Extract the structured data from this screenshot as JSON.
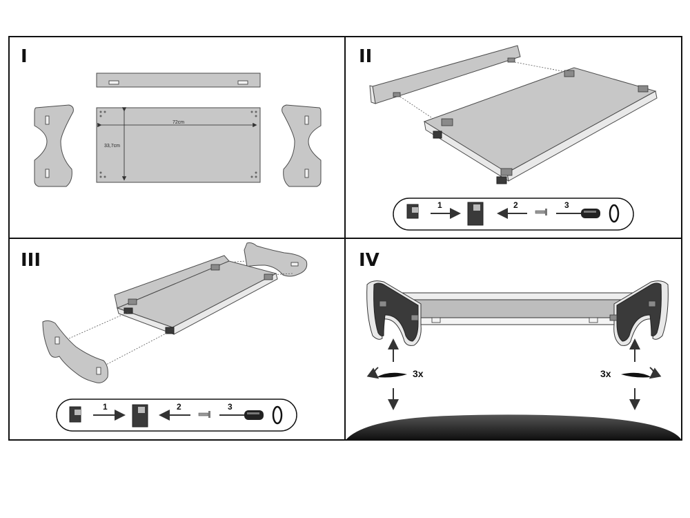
{
  "panels": [
    {
      "numeral": "I"
    },
    {
      "numeral": "II"
    },
    {
      "numeral": "III"
    },
    {
      "numeral": "IV"
    }
  ],
  "dimensions": {
    "width": "72cm",
    "depth": "33,7cm"
  },
  "assembly_steps": {
    "step1": "1",
    "step2": "2",
    "step3": "3"
  },
  "mount": {
    "left_repeat": "3x",
    "right_repeat": "3x"
  },
  "colors": {
    "board": "#c7c7c7",
    "side_dark": "#3a3a3a",
    "base_dark": "#2b2b2b",
    "line": "#111111"
  },
  "icons": [
    "bracket-icon",
    "arrow-right-icon",
    "arrow-left-icon",
    "screw-icon",
    "screwdriver-icon",
    "rotate-icon",
    "arrow-up-icon",
    "arrow-down-icon",
    "twist-icon"
  ]
}
